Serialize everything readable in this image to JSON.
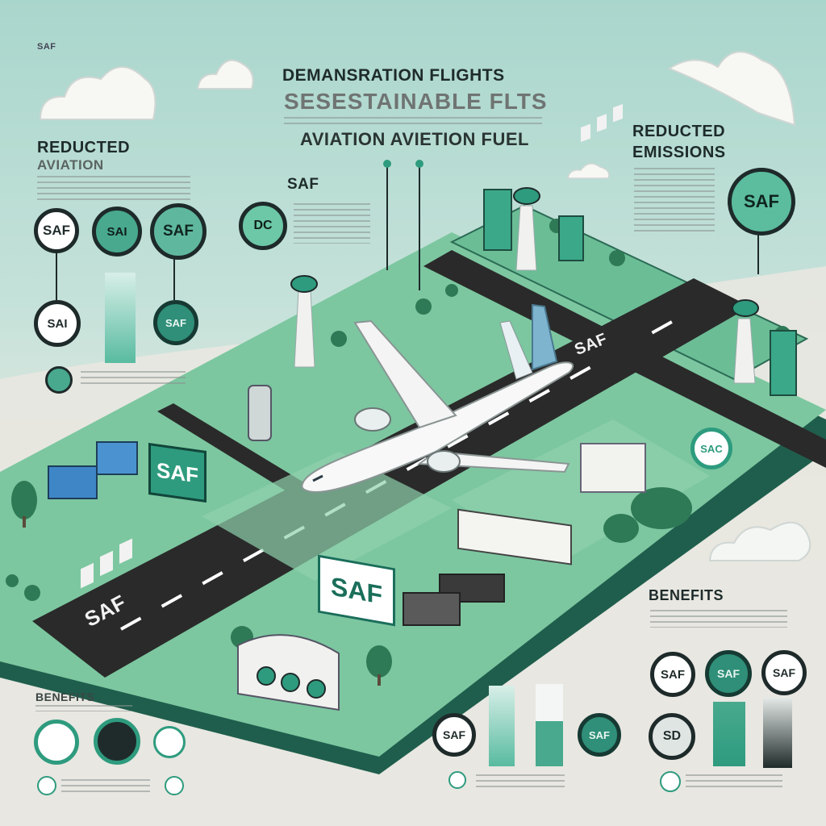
{
  "header": {
    "corner_label": "SAF",
    "title_line1": "DEMANSRATION FLIGHTS",
    "title_line2": "SESESTAINABLE FLTS",
    "title_line3": "AVIATION AVIETION FUEL"
  },
  "left_panel": {
    "heading_line1": "REDUCTED",
    "heading_line2": "AVIATION",
    "badges": [
      "SAF",
      "SAI",
      "SAF",
      "SAI",
      "SAF"
    ]
  },
  "center_panel": {
    "heading": "SAF",
    "badge": "DC"
  },
  "right_panel": {
    "heading_line1": "REDUCTED",
    "heading_line2": "EMISSIONS",
    "badge": "SAF"
  },
  "runway": {
    "sign_large": "SAF",
    "sign_small": "SAF",
    "sign_right": "SAC",
    "marking_near": "SAF",
    "marking_far": "SAF"
  },
  "benefits_right": {
    "heading": "BENEFITS",
    "badges": [
      "SAF",
      "SAF",
      "SAF",
      "SAF",
      "SAF"
    ],
    "badge_bottom_right": "SD"
  },
  "benefits_left": {
    "heading": "BENEFITS"
  },
  "colors": {
    "accent": "#2e9b7e",
    "grass": "#76c49d",
    "runway": "#2b2b2b",
    "ink": "#1e2a2a"
  },
  "icons": [
    "cloud-icon",
    "airplane-icon",
    "control-tower-icon",
    "tree-icon",
    "hangar-icon"
  ]
}
